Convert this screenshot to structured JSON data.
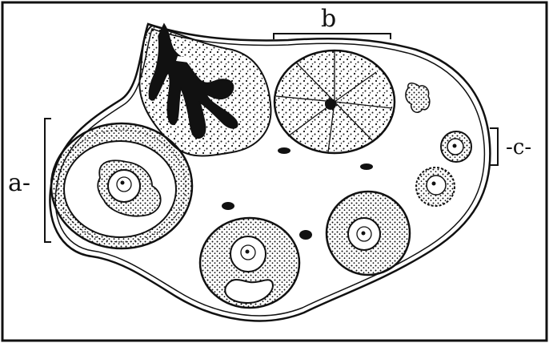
{
  "diagram": {
    "labels": {
      "a": "a-",
      "b": "b",
      "c": "-c-"
    },
    "colors": {
      "ink": "#111111",
      "paper": "#ffffff"
    }
  }
}
